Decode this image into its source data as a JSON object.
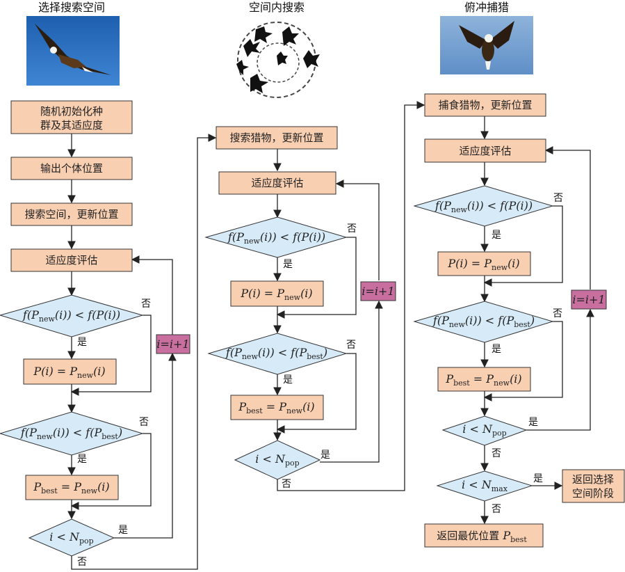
{
  "phases": {
    "select": {
      "title": "选择搜索空间"
    },
    "search": {
      "title": "空间内搜索"
    },
    "swoop": {
      "title": "俯冲捕猎"
    }
  },
  "labels": {
    "yes": "是",
    "no": "否"
  },
  "col1": {
    "init_line1": "随机初始化种",
    "init_line2": "群及其适应度",
    "output": "输出个体位置",
    "search_update": "搜索空间，更新位置",
    "fitness": "适应度评估",
    "counter": "i=i+1"
  },
  "col2": {
    "search_prey": "搜索猎物，更新位置",
    "fitness": "适应度评估",
    "counter": "i=i+1"
  },
  "col3": {
    "catch_prey": "捕食猎物，更新位置",
    "fitness": "适应度评估",
    "counter": "i=i+1",
    "return_select_line1": "返回选择",
    "return_select_line2": "空间阶段",
    "return_best": "返回最优位置"
  },
  "colors": {
    "process_fill": "#f9cfb2",
    "decision_fill": "#d6eaf7",
    "counter_fill": "#c86fa0",
    "stroke": "#333333"
  }
}
